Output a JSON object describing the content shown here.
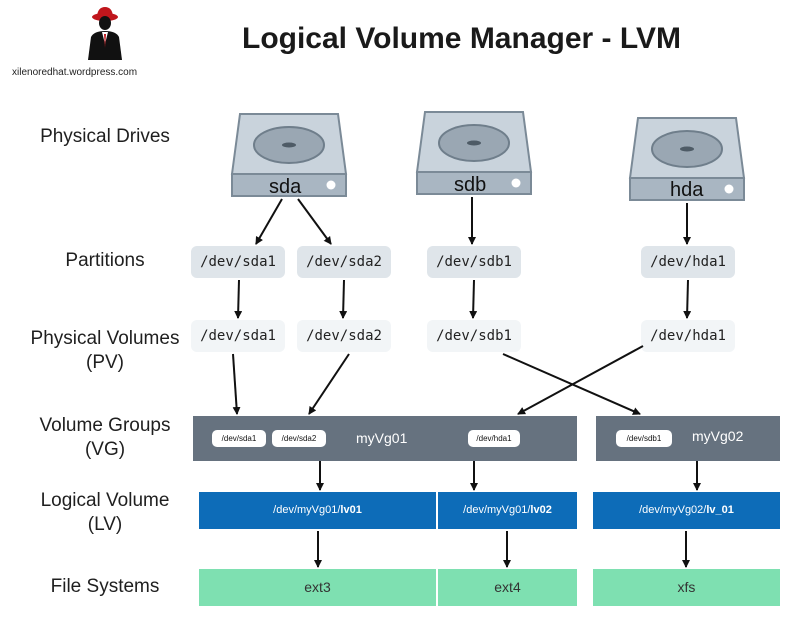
{
  "header": {
    "title": "Logical Volume Manager - LVM",
    "site": "xilenoredhat.wordpress.com"
  },
  "rows": {
    "drives": "Physical Drives",
    "partitions": "Partitions",
    "pv": "Physical Volumes (PV)",
    "vg": "Volume Groups (VG)",
    "lv": "Logical Volume (LV)",
    "fs": "File Systems"
  },
  "drives": [
    "sda",
    "sdb",
    "hda"
  ],
  "partitions": [
    "/dev/sda1",
    "/dev/sda2",
    "/dev/sdb1",
    "/dev/hda1"
  ],
  "pvs": [
    "/dev/sda1",
    "/dev/sda2",
    "/dev/sdb1",
    "/dev/hda1"
  ],
  "vgs": [
    {
      "name": "myVg01",
      "members": [
        "/dev/sda1",
        "/dev/sda2",
        "/dev/hda1"
      ]
    },
    {
      "name": "myVg02",
      "members": [
        "/dev/sdb1"
      ]
    }
  ],
  "lvs": [
    {
      "prefix": "/dev/myVg01/",
      "name": "lv01"
    },
    {
      "prefix": "/dev/myVg01/",
      "name": "lv02"
    },
    {
      "prefix": "/dev/myVg02/",
      "name": "lv_01"
    }
  ],
  "filesystems": [
    "ext3",
    "ext4",
    "xfs"
  ],
  "colors": {
    "vg": "#66727f",
    "lv": "#0d6cb8",
    "fs": "#7ee0b1",
    "partition": "#dfe5ea",
    "pv": "#f2f5f7",
    "drive": "#c9d3dc"
  }
}
